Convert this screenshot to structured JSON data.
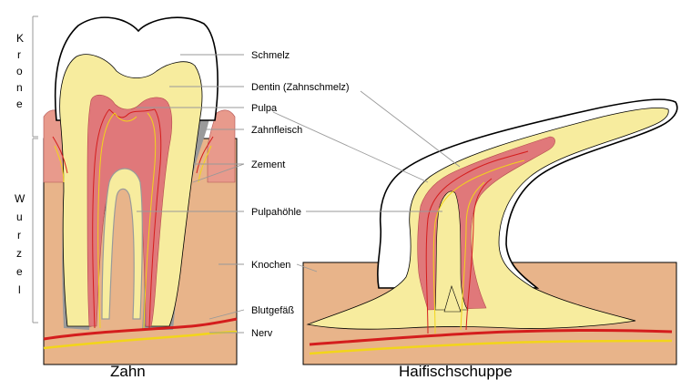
{
  "labels": {
    "schmelz": "Schmelz",
    "dentin": "Dentin (Zahnschmelz)",
    "pulpa": "Pulpa",
    "zahnfleisch": "Zahnfleisch",
    "zement": "Zement",
    "pulpahoehle": "Pulpahöhle",
    "knochen": "Knochen",
    "blutgefaess": "Blutgefäß",
    "nerv": "Nerv"
  },
  "side_labels": {
    "krone": [
      "K",
      "r",
      "o",
      "n",
      "e"
    ],
    "wurzel": [
      "W",
      "u",
      "r",
      "z",
      "e",
      "l"
    ]
  },
  "captions": {
    "tooth": "Zahn",
    "scale": "Haifischschuppe"
  },
  "colors": {
    "enamel": "#ffffff",
    "dentin": "#f7ec9e",
    "pulp": "#e0787a",
    "gum": "#e89a8c",
    "cementum": "#9a9a9a",
    "bone": "#e8b48a",
    "blood_vessel": "#d41d1d",
    "nerve": "#f2d51a",
    "leader_line": "#999999"
  }
}
